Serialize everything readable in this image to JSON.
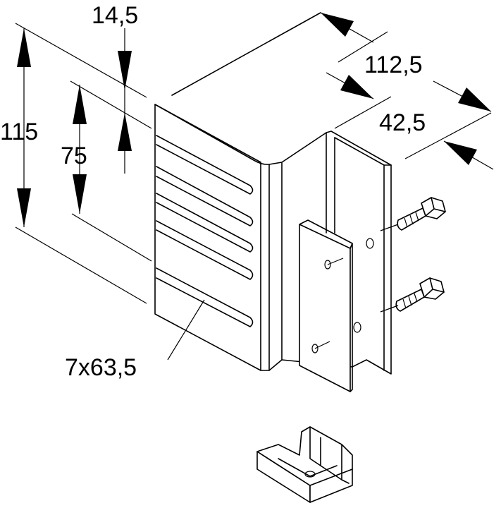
{
  "dimensions": {
    "height_total": "115",
    "top_offset": "14,5",
    "slot_pitch": "75",
    "depth": "112,5",
    "flange_width": "42,5",
    "slots": "7x63,5"
  }
}
